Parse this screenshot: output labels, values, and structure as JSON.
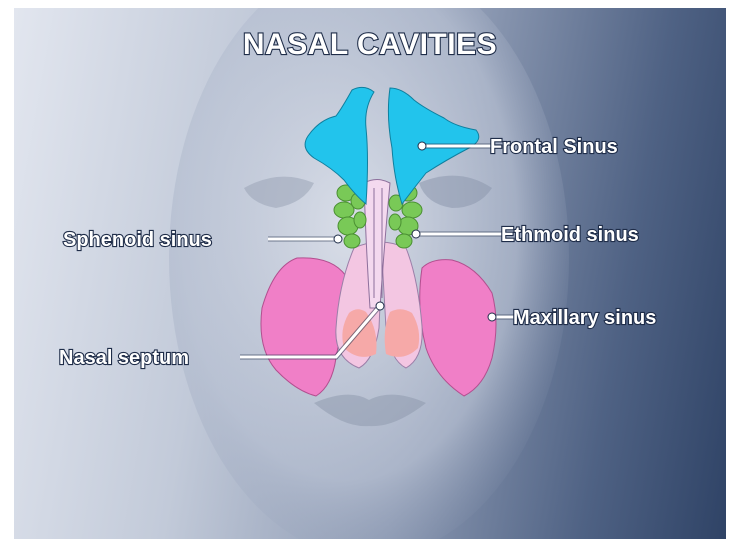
{
  "title": "NASAL CAVITIES",
  "labels": {
    "frontal_sinus": "Frontal Sinus",
    "sphenoid_sinus": "Sphenoid sinus",
    "ethmoid_sinus": "Ethmoid sinus",
    "maxillary_sinus": "Maxillary sinus",
    "nasal_septum": "Nasal septum"
  },
  "colors": {
    "frontal_sinus": "#22c4ec",
    "ethmoid_sinus": "#79c957",
    "maxillary_sinus": "#f07fc7",
    "nasal_cavity": "#f3c6e2",
    "nasal_interior": "#f6a9a8",
    "sphenoid_sinus": "#e6d3ee"
  }
}
